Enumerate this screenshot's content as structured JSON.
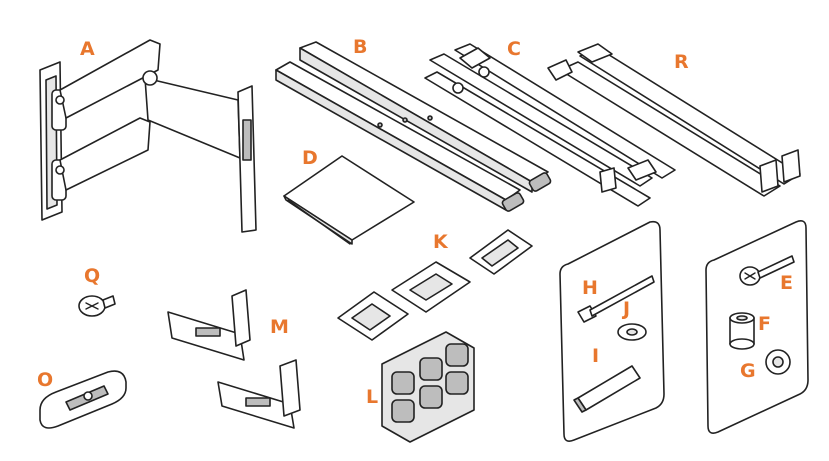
{
  "accent_color": "#e8772e",
  "parts": [
    {
      "label": "A",
      "icon": "articulating-arm-bracket-icon"
    },
    {
      "label": "B",
      "icon": "horizontal-rails-icon"
    },
    {
      "label": "C",
      "icon": "mounting-rails-icon"
    },
    {
      "label": "R",
      "icon": "vertical-rails-icon"
    },
    {
      "label": "D",
      "icon": "instruction-manual-icon"
    },
    {
      "label": "K",
      "icon": "cable-clips-icon"
    },
    {
      "label": "Q",
      "icon": "screw-icon"
    },
    {
      "label": "M",
      "icon": "locking-clips-icon"
    },
    {
      "label": "O",
      "icon": "bubble-level-icon"
    },
    {
      "label": "L",
      "icon": "adhesive-pads-icon"
    },
    {
      "label": "H",
      "icon": "lag-bolt-icon"
    },
    {
      "label": "J",
      "icon": "washer-icon"
    },
    {
      "label": "I",
      "icon": "wall-anchor-icon"
    },
    {
      "label": "E",
      "icon": "machine-screw-icon"
    },
    {
      "label": "F",
      "icon": "spacer-icon"
    },
    {
      "label": "G",
      "icon": "washer-icon"
    }
  ]
}
